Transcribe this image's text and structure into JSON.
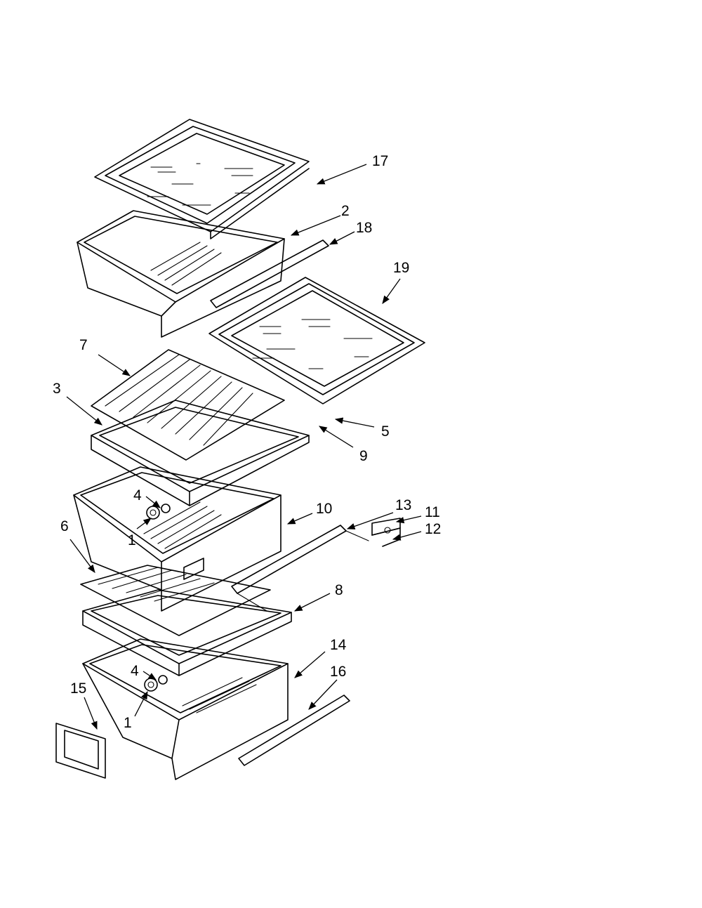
{
  "callouts": [
    {
      "id": "c17",
      "label": "17"
    },
    {
      "id": "c2",
      "label": "2"
    },
    {
      "id": "c18",
      "label": "18"
    },
    {
      "id": "c19",
      "label": "19"
    },
    {
      "id": "c7",
      "label": "7"
    },
    {
      "id": "c3",
      "label": "3"
    },
    {
      "id": "c5",
      "label": "5"
    },
    {
      "id": "c9",
      "label": "9"
    },
    {
      "id": "c4a",
      "label": "4"
    },
    {
      "id": "c1a",
      "label": "1"
    },
    {
      "id": "c10",
      "label": "10"
    },
    {
      "id": "c13",
      "label": "13"
    },
    {
      "id": "c11",
      "label": "11"
    },
    {
      "id": "c12",
      "label": "12"
    },
    {
      "id": "c6",
      "label": "6"
    },
    {
      "id": "c8",
      "label": "8"
    },
    {
      "id": "c14",
      "label": "14"
    },
    {
      "id": "c16",
      "label": "16"
    },
    {
      "id": "c4b",
      "label": "4"
    },
    {
      "id": "c15",
      "label": "15"
    },
    {
      "id": "c1b",
      "label": "1"
    }
  ]
}
